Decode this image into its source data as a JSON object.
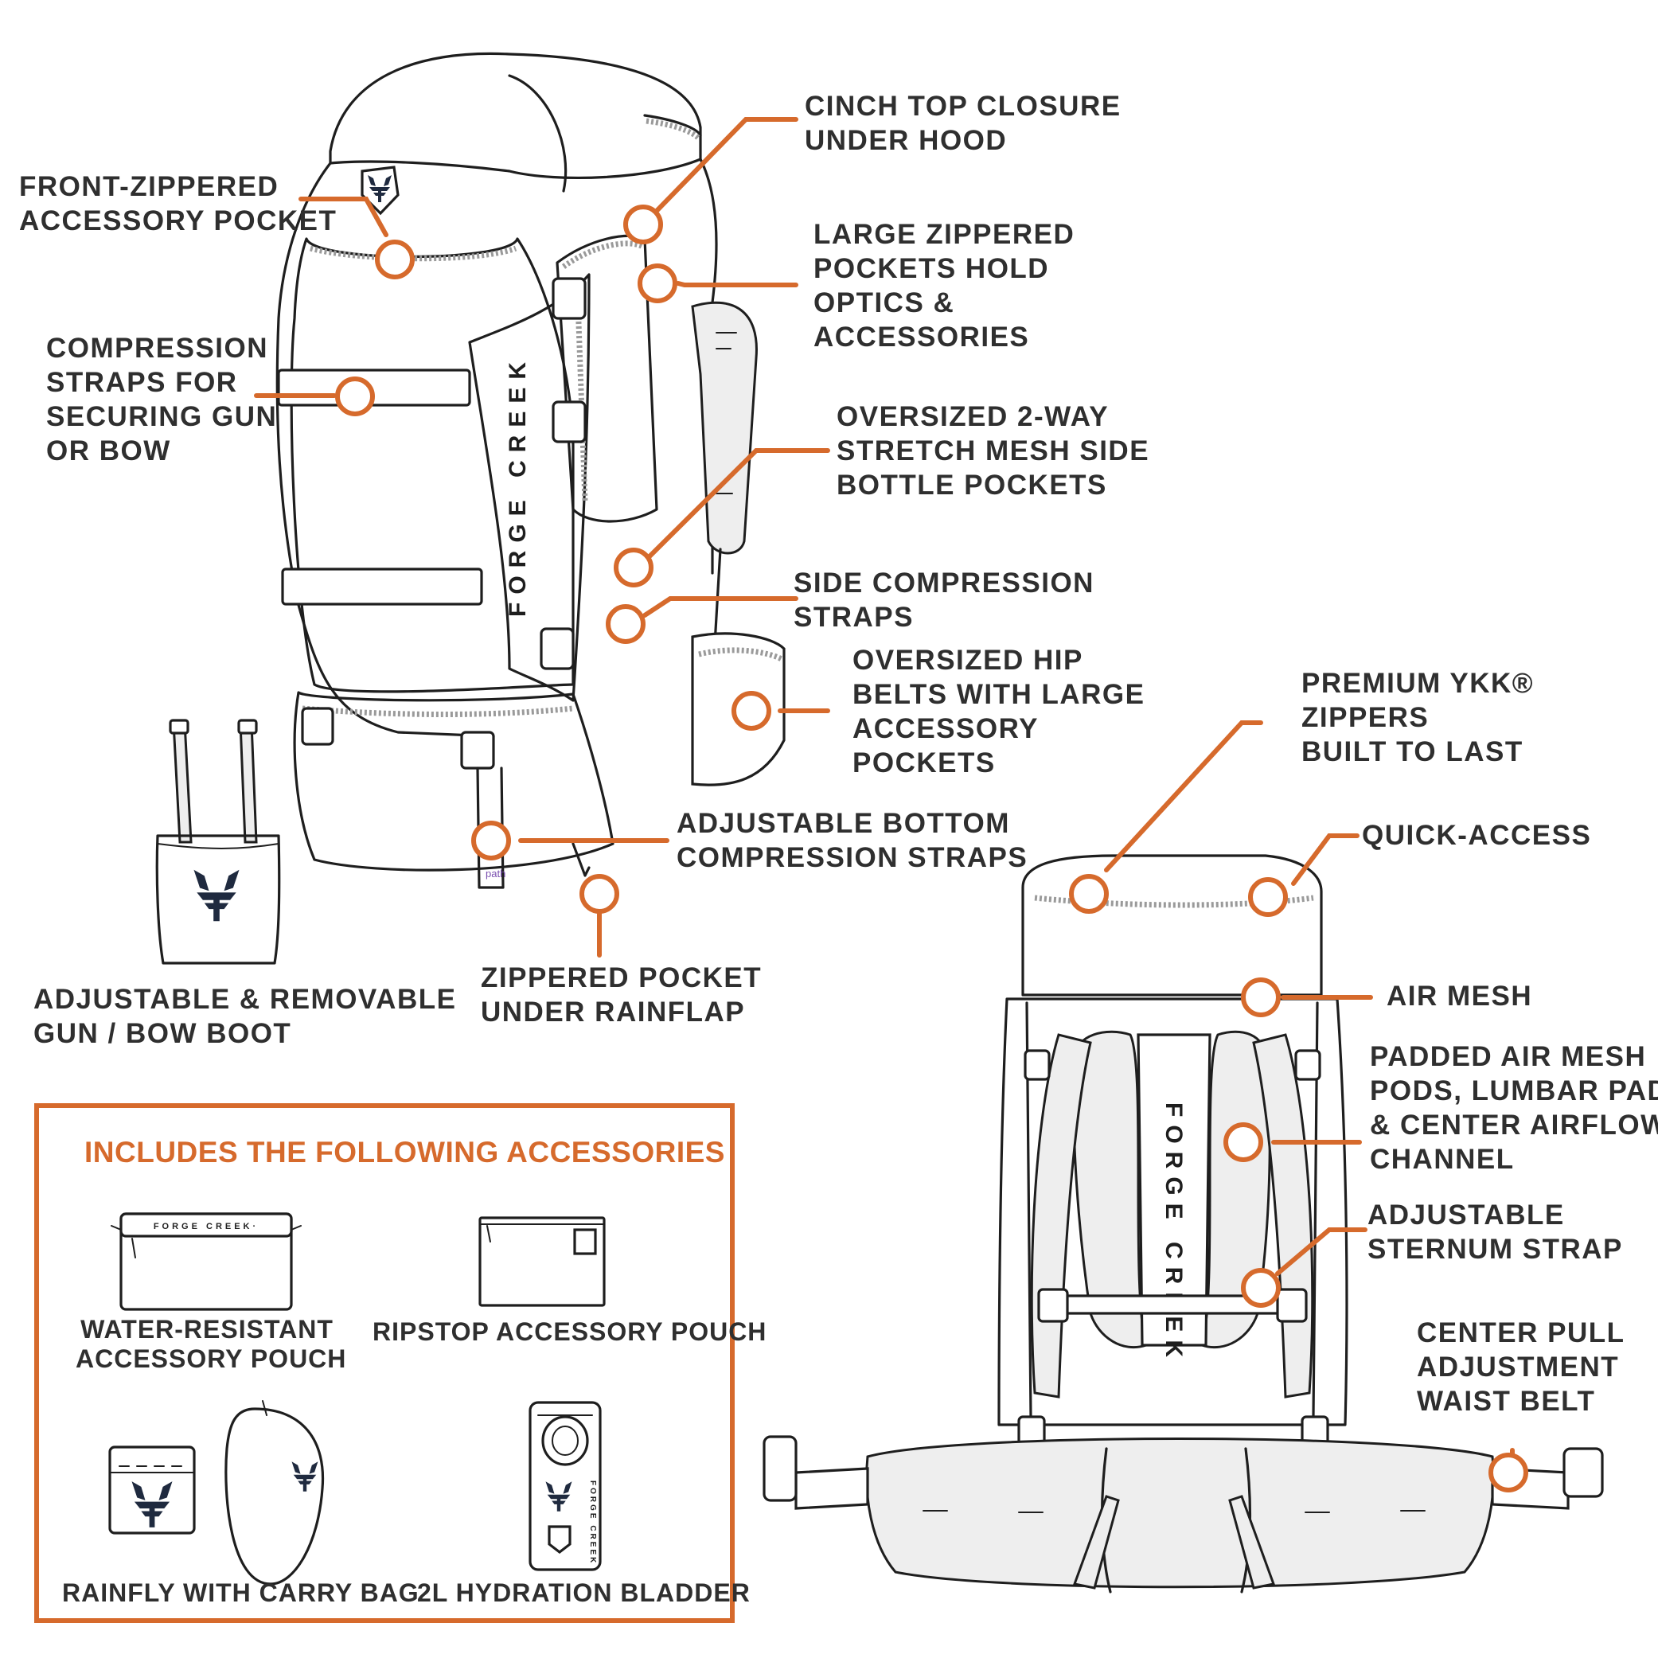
{
  "colors": {
    "accent": "#d66a2c",
    "text": "#2f2f2f",
    "line": "#1e1e1e",
    "icon_navy": "#1f2a3f"
  },
  "brand": {
    "pack_print": "FORGE CREEK",
    "pack_print_vertical": "FORGE CREEK",
    "pouch_print": "FORGE CREEK·",
    "bladder_print": "FORGE CREEK",
    "buckle_tag": "path"
  },
  "callouts": {
    "cinch_top": [
      "CINCH TOP CLOSURE",
      "UNDER HOOD"
    ],
    "front_zip": [
      "FRONT-ZIPPERED",
      "ACCESSORY POCKET"
    ],
    "large_zip": [
      "LARGE ZIPPERED",
      "POCKETS HOLD",
      "OPTICS &",
      "ACCESSORIES"
    ],
    "compression": [
      "COMPRESSION",
      "STRAPS FOR",
      "SECURING GUN",
      "OR BOW"
    ],
    "mesh_side": [
      "OVERSIZED 2-WAY",
      "STRETCH MESH SIDE",
      "BOTTLE POCKETS"
    ],
    "side_comp": [
      "SIDE COMPRESSION",
      "STRAPS"
    ],
    "hip_belts": [
      "OVERSIZED HIP",
      "BELTS WITH LARGE",
      "ACCESSORY",
      "POCKETS"
    ],
    "ykk": [
      "PREMIUM YKK®",
      "ZIPPERS",
      "BUILT TO LAST"
    ],
    "bottom_comp": [
      "ADJUSTABLE BOTTOM",
      "COMPRESSION STRAPS"
    ],
    "quick_access": [
      "QUICK-ACCESS"
    ],
    "boot": [
      "ADJUSTABLE & REMOVABLE",
      "GUN / BOW BOOT"
    ],
    "rainflap": [
      "ZIPPERED POCKET",
      "UNDER RAINFLAP"
    ],
    "air_mesh": [
      "AIR MESH"
    ],
    "padded": [
      "PADDED AIR MESH",
      "PODS, LUMBAR PAD,",
      "& CENTER AIRFLOW",
      "CHANNEL"
    ],
    "sternum": [
      "ADJUSTABLE",
      "STERNUM STRAP"
    ],
    "waist": [
      "CENTER PULL",
      "ADJUSTMENT",
      "WAIST BELT"
    ]
  },
  "accessories": {
    "title": "INCLUDES THE FOLLOWING ACCESSORIES",
    "items": {
      "water_pouch": [
        "WATER-RESISTANT",
        "ACCESSORY POUCH"
      ],
      "ripstop_pouch": [
        "RIPSTOP ACCESSORY POUCH"
      ],
      "rainfly": [
        "RAINFLY WITH CARRY BAG"
      ],
      "bladder": [
        "2L HYDRATION BLADDER"
      ]
    }
  }
}
